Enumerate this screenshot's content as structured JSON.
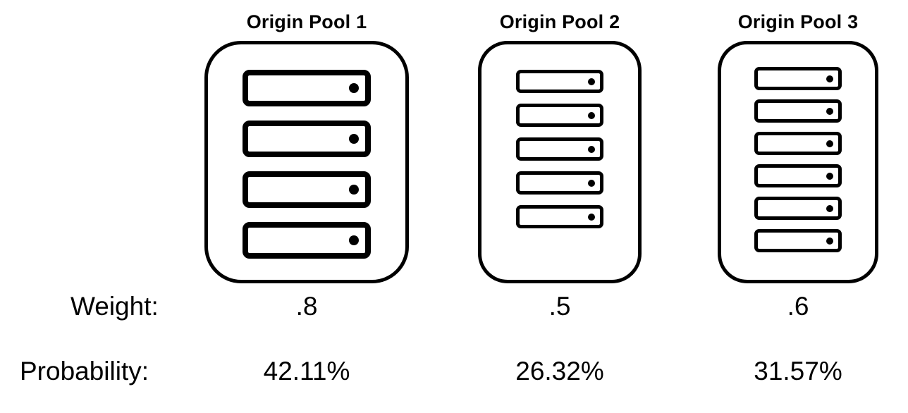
{
  "colors": {
    "ink": "#000000",
    "background": "#ffffff"
  },
  "labels": {
    "weight": "Weight:",
    "probability": "Probability:"
  },
  "pools": [
    {
      "title": "Origin Pool 1",
      "servers": 4,
      "weight": ".8",
      "probability": "42.11%"
    },
    {
      "title": "Origin Pool 2",
      "servers": 5,
      "weight": ".5",
      "probability": "26.32%"
    },
    {
      "title": "Origin Pool 3",
      "servers": 6,
      "weight": ".6",
      "probability": "31.57%"
    }
  ]
}
